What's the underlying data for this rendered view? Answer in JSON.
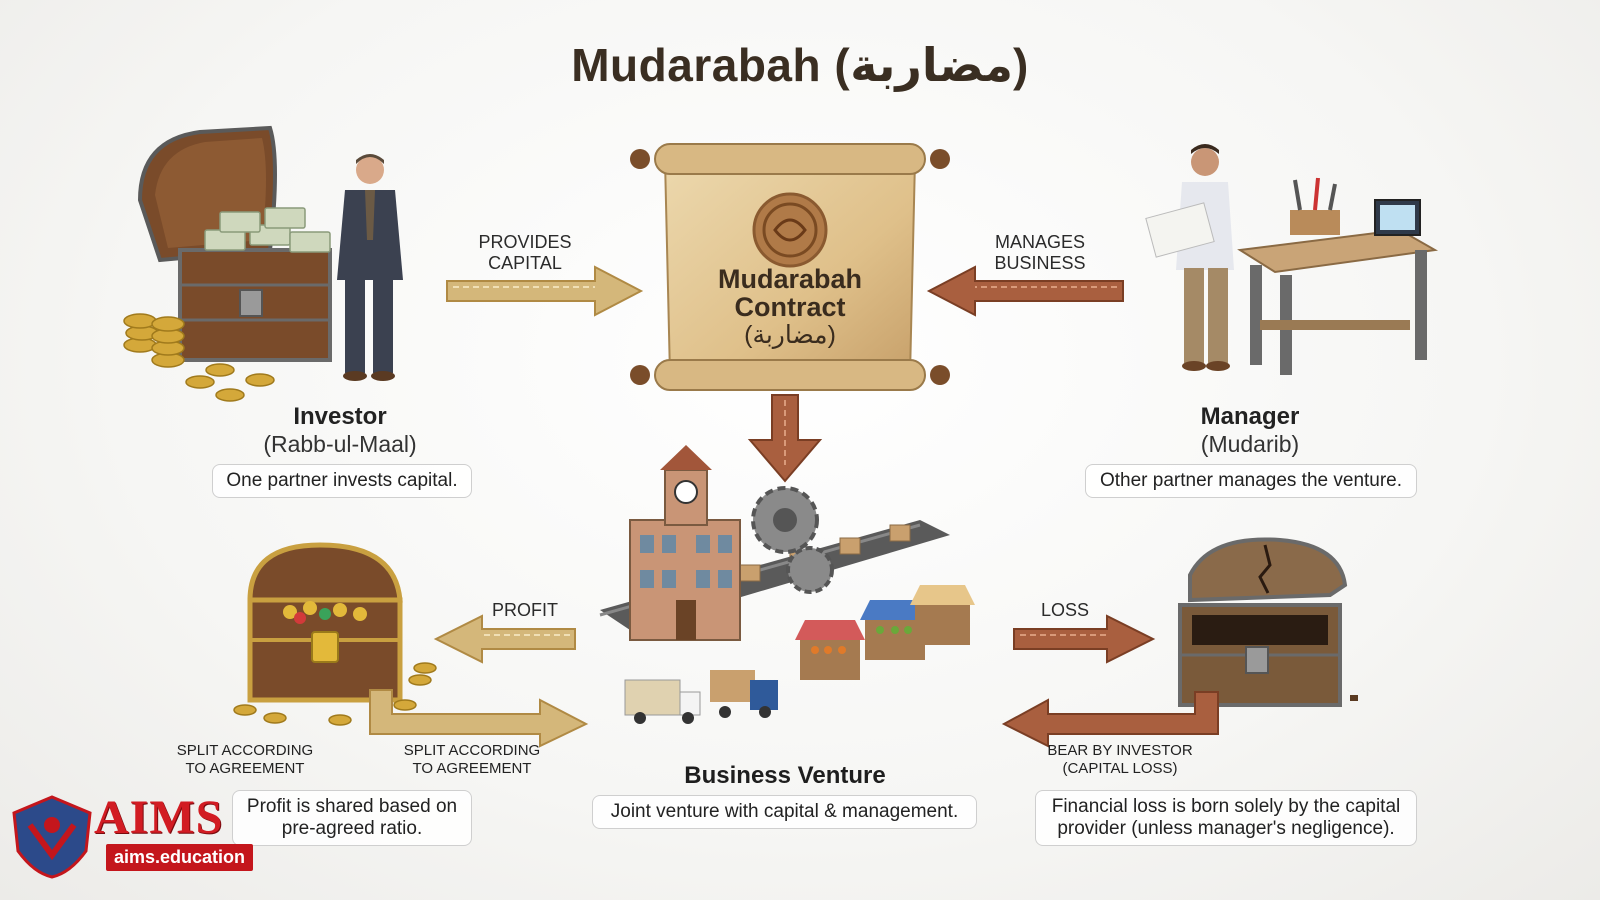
{
  "title": "Mudarabah (مضاربة)",
  "contract": {
    "line1": "Mudarabah",
    "line2": "Contract",
    "arabic": "(مضاربة)"
  },
  "arrows": {
    "provides_capital": [
      "PROVIDES",
      "CAPITAL"
    ],
    "manages_business": [
      "MANAGES",
      "BUSINESS"
    ],
    "profit": "PROFIT",
    "loss": "LOSS",
    "split_left": [
      "SPLIT ACCORDING",
      "TO AGREEMENT"
    ],
    "split_right": [
      "SPLIT ACCORDING",
      "TO AGREEMENT"
    ],
    "bear_by_investor": [
      "BEAR BY INVESTOR",
      "(CAPITAL LOSS)"
    ]
  },
  "investor": {
    "name": "Investor",
    "sub": "(Rabb-ul-Maal)",
    "note": "One partner invests capital."
  },
  "manager": {
    "name": "Manager",
    "sub": "(Mudarib)",
    "note": "Other partner manages the venture."
  },
  "venture": {
    "name": "Business Venture",
    "note": "Joint venture with capital & management."
  },
  "profit_note": [
    "Profit is shared based on",
    "pre-agreed ratio."
  ],
  "loss_note": [
    "Financial loss is born solely by the capital",
    "provider (unless manager's negligence)."
  ],
  "logo": {
    "text": "AIMS",
    "url": "aims.education"
  },
  "colors": {
    "gold_arrow": "#c9a866",
    "brown_arrow": "#a45a3c",
    "logo_red": "#d21c23",
    "title": "#3a2e22"
  },
  "icons": [
    "treasure-chest-open-icon",
    "investor-person-icon",
    "scroll-icon",
    "wax-seal-icon",
    "manager-person-icon",
    "workbench-icon",
    "business-venture-icon",
    "treasure-chest-gold-icon",
    "broken-chest-icon",
    "aims-crest-icon"
  ]
}
